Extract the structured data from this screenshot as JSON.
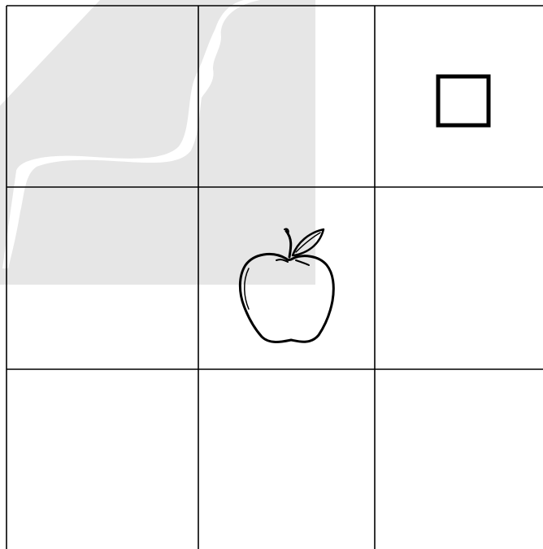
{
  "grid": {
    "rows": 3,
    "columns": 3,
    "line_color": "#000000"
  },
  "watermark": {
    "description_shape": "gray-map-silhouette",
    "color": "#e6e6e6"
  },
  "cells": [
    {
      "row": 1,
      "column": 1,
      "content": ""
    },
    {
      "row": 1,
      "column": 2,
      "content": ""
    },
    {
      "row": 1,
      "column": 3,
      "content": "square-icon"
    },
    {
      "row": 2,
      "column": 1,
      "content": ""
    },
    {
      "row": 2,
      "column": 2,
      "content": "apple-icon"
    },
    {
      "row": 2,
      "column": 3,
      "content": ""
    },
    {
      "row": 3,
      "column": 1,
      "content": ""
    },
    {
      "row": 3,
      "column": 2,
      "content": ""
    },
    {
      "row": 3,
      "column": 3,
      "content": ""
    }
  ]
}
